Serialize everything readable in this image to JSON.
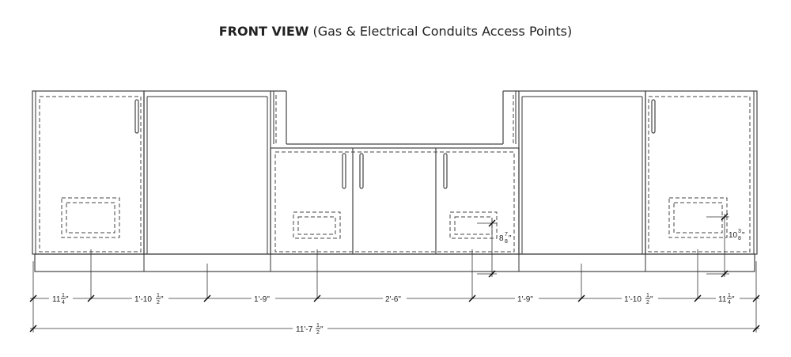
{
  "title": {
    "main": "FRONT VIEW",
    "sub": "(Gas & Electrical Conduits Access Points)"
  },
  "dimensions": {
    "segments": [
      {
        "whole": "11",
        "num": "1",
        "den": "4",
        "suffix": "\""
      },
      {
        "whole": "1'-10",
        "num": "1",
        "den": "2",
        "suffix": "\""
      },
      {
        "whole": "1'-9\"",
        "num": "",
        "den": "",
        "suffix": ""
      },
      {
        "whole": "2'-6\"",
        "num": "",
        "den": "",
        "suffix": ""
      },
      {
        "whole": "1'-9\"",
        "num": "",
        "den": "",
        "suffix": ""
      },
      {
        "whole": "1'-10",
        "num": "1",
        "den": "2",
        "suffix": "\""
      },
      {
        "whole": "11",
        "num": "1",
        "den": "4",
        "suffix": "\""
      }
    ],
    "total": {
      "whole": "11'-7",
      "num": "1",
      "den": "2",
      "suffix": "\""
    },
    "height_small": {
      "whole": "8",
      "num": "7",
      "den": "8",
      "suffix": "\""
    },
    "height_large": {
      "whole": "10",
      "num": "3",
      "den": "8",
      "suffix": "\""
    }
  }
}
